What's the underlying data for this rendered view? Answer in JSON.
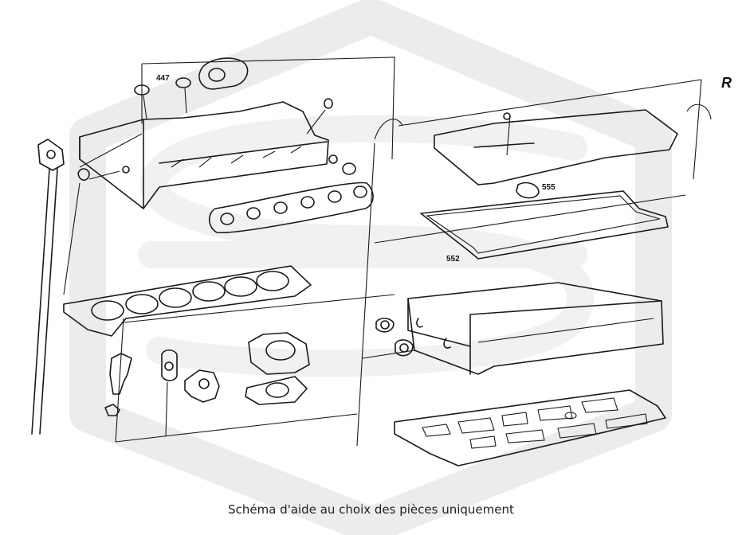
{
  "labels": {
    "part_447": "447",
    "part_555": "555",
    "part_552": "552",
    "variant_r": "R"
  },
  "caption": "Schéma d'aide au choix des pièces uniquement",
  "colors": {
    "line": "#1a1a1a",
    "watermark": "#ececec",
    "background": "#ffffff"
  }
}
